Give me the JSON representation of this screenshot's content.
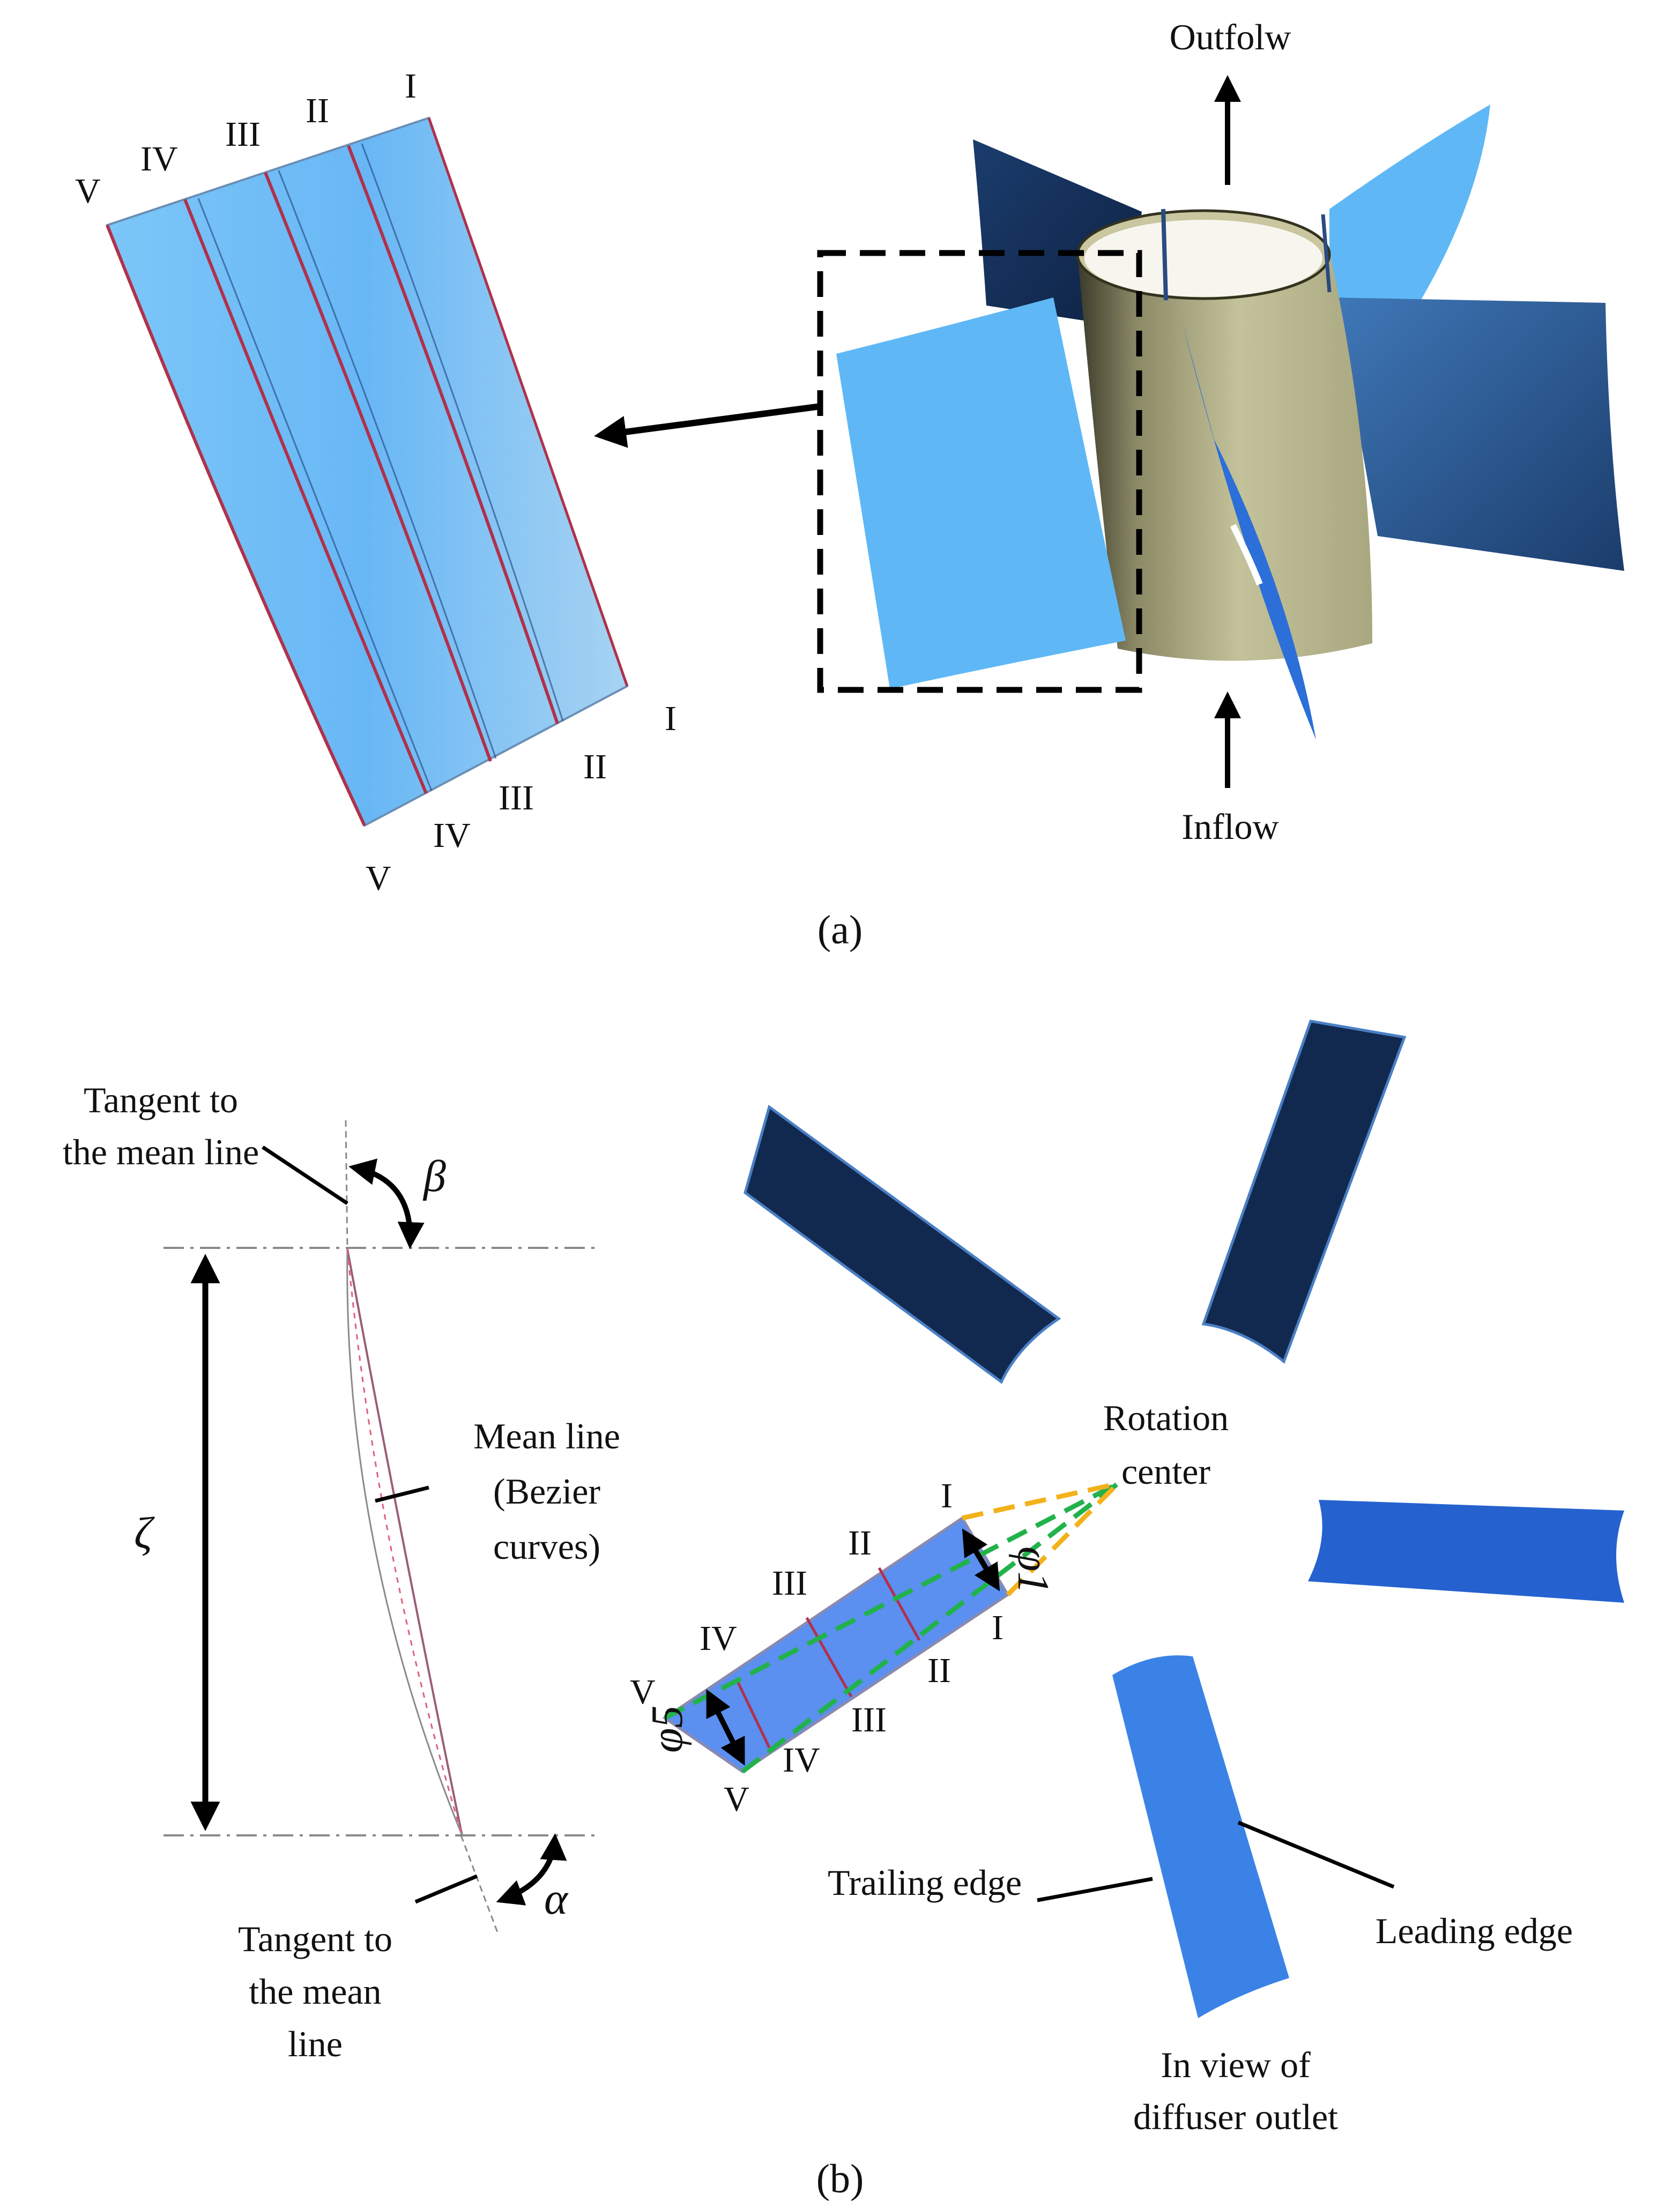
{
  "panel_a": {
    "caption": "(a)",
    "outflow_label": "Outfolw",
    "inflow_label": "Inflow",
    "section_labels_top": [
      "I",
      "II",
      "III",
      "IV",
      "V"
    ],
    "section_labels_bottom": [
      "I",
      "II",
      "III",
      "IV",
      "V"
    ]
  },
  "panel_b": {
    "caption": "(b)",
    "tangent_top": [
      "Tangent to",
      "the mean line"
    ],
    "tangent_bottom": [
      "Tangent to",
      "the mean",
      "line"
    ],
    "beta": "β",
    "alpha": "α",
    "zeta": "ζ",
    "mean_line": [
      "Mean line",
      "(Bezier",
      "curves)"
    ],
    "rotation_center": [
      "Rotation",
      "center"
    ],
    "phi1": "φ1",
    "phi5": "φ5",
    "trailing_edge": "Trailing edge",
    "leading_edge": "Leading edge",
    "view_note": [
      "In view of",
      "diffuser outlet"
    ],
    "section_labels_upper": [
      "I",
      "II",
      "III",
      "IV",
      "V"
    ],
    "section_labels_lower": [
      "I",
      "II",
      "III",
      "IV",
      "V"
    ]
  },
  "colors": {
    "blade_light": "#5fb8f5",
    "blade_mid": "#2e6fd6",
    "blade_dark": "#12294f",
    "hub": "#b9b78f",
    "section_line": "#b0314a",
    "dash_green": "#22b24c",
    "dash_orange": "#f2b21b"
  }
}
